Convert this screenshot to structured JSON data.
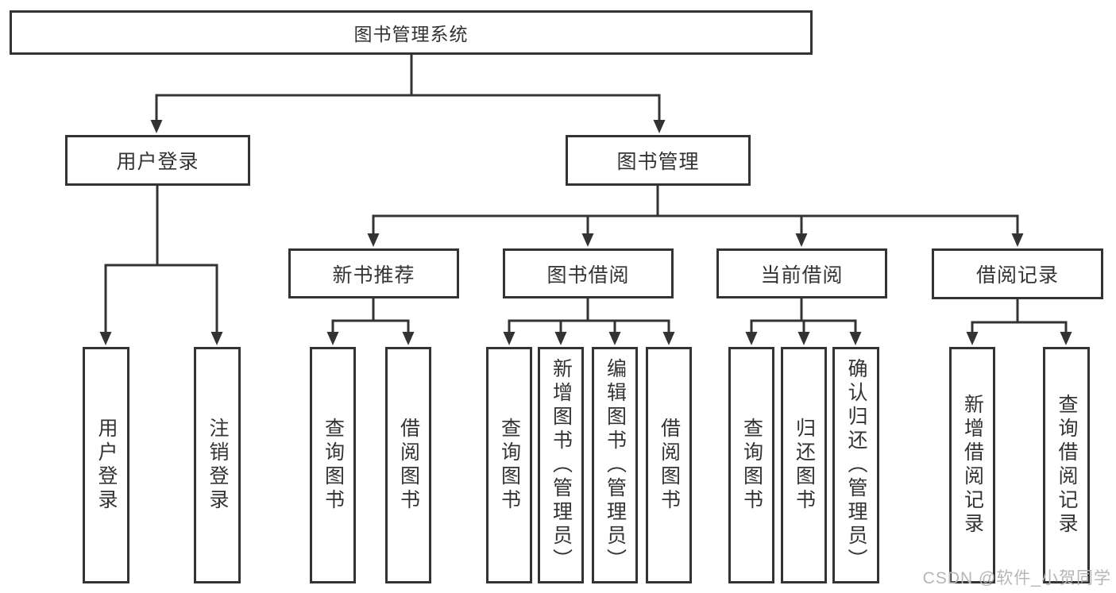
{
  "diagram": {
    "tree": {
      "label": "图书管理系统",
      "children": [
        {
          "label": "用户登录",
          "children": [
            {
              "label": "用户登录"
            },
            {
              "label": "注销登录"
            }
          ]
        },
        {
          "label": "图书管理",
          "children": [
            {
              "label": "新书推荐",
              "children": [
                {
                  "label": "查询图书"
                },
                {
                  "label": "借阅图书"
                }
              ]
            },
            {
              "label": "图书借阅",
              "children": [
                {
                  "label": "查询图书"
                },
                {
                  "label": "新增图书（管理员）"
                },
                {
                  "label": "编辑图书（管理员）"
                },
                {
                  "label": "借阅图书"
                }
              ]
            },
            {
              "label": "当前借阅",
              "children": [
                {
                  "label": "查询图书"
                },
                {
                  "label": "归还图书"
                },
                {
                  "label": "确认归还（管理员）"
                }
              ]
            },
            {
              "label": "借阅记录",
              "children": [
                {
                  "label": "新增借阅记录"
                },
                {
                  "label": "查询借阅记录"
                }
              ]
            }
          ]
        }
      ]
    }
  },
  "watermark": {
    "text": "CSDN @软件_小贺同学"
  },
  "colors": {
    "line": "#333333",
    "box_border": "#333333",
    "text": "#333333",
    "background": "#ffffff",
    "watermark_text": "#b6b6b6"
  }
}
